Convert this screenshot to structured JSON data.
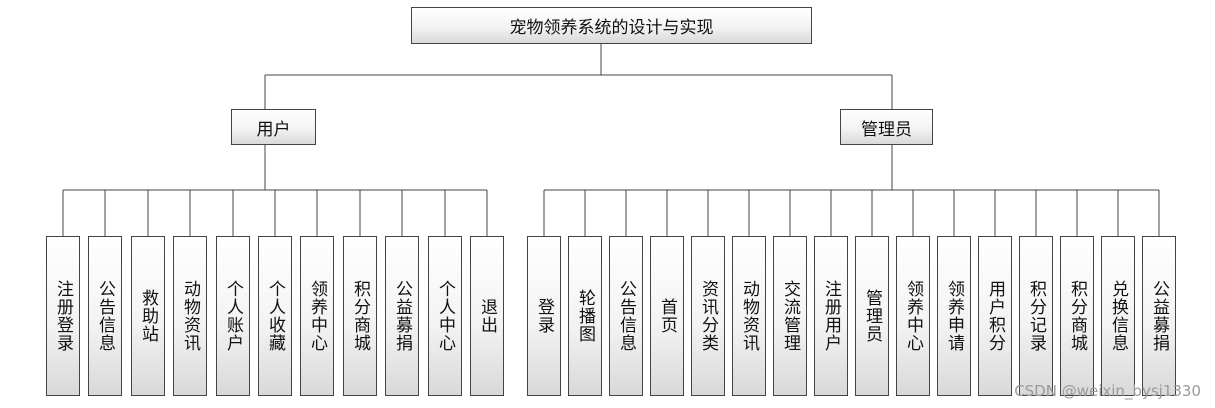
{
  "root": "宠物领养系统的设计与实现",
  "branches": [
    {
      "label": "用户",
      "children": [
        "注册登录",
        "公告信息",
        "救助站",
        "动物资讯",
        "个人账户",
        "个人收藏",
        "领养中心",
        "积分商城",
        "公益募捐",
        "个人中心",
        "退出"
      ]
    },
    {
      "label": "管理员",
      "children": [
        "登录",
        "轮播图",
        "公告信息",
        "首页",
        "资讯分类",
        "动物资讯",
        "交流管理",
        "注册用户",
        "管理员",
        "领养中心",
        "领养申请",
        "用户积分",
        "积分记录",
        "积分商城",
        "兑换信息",
        "公益募捐"
      ]
    }
  ],
  "watermark": "CSDN @weixin_bysj1330",
  "colors": {
    "line": "#444444",
    "box_border": "#444444",
    "text": "#111111",
    "watermark": "#9a9a9a"
  }
}
